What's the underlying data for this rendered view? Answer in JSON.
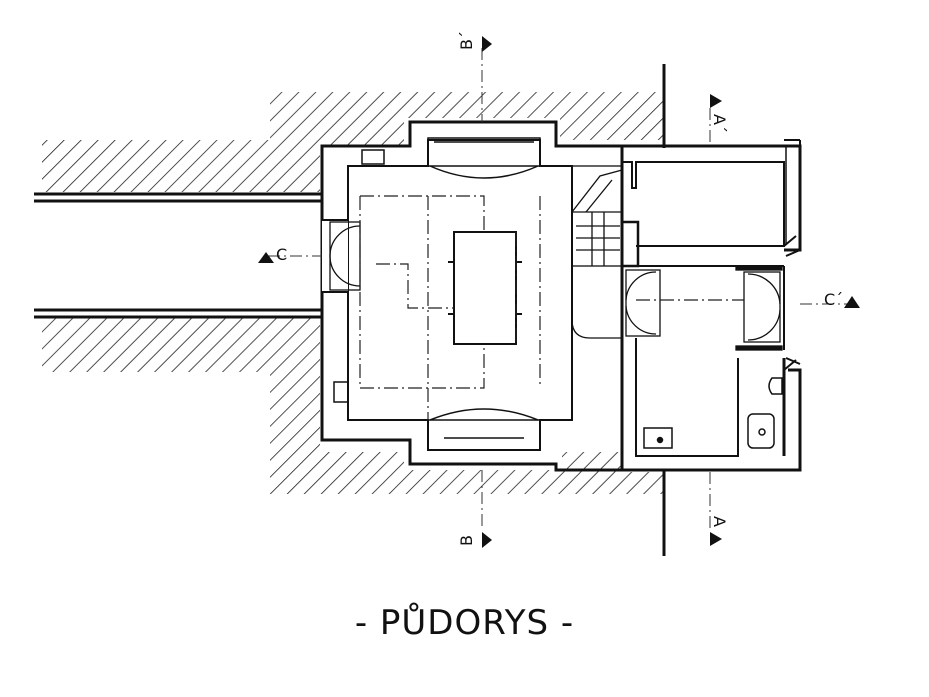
{
  "title": "- PŮDORYS -",
  "section_marks": {
    "b_top": "B´",
    "b_bottom": "B",
    "a_top": "A´",
    "a_bottom": "A",
    "c_left": "C",
    "c_right": "C´"
  }
}
